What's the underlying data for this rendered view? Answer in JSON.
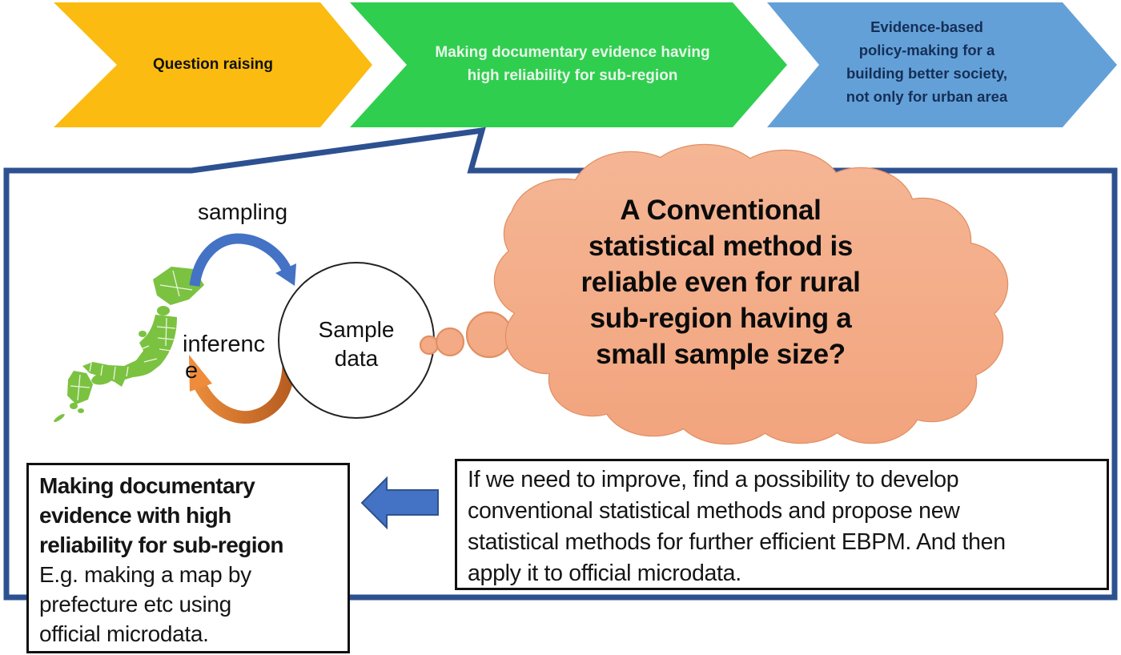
{
  "process_chevrons": [
    {
      "id": "question",
      "label": "Question raising",
      "color": "#FBBB10",
      "text_color": "#111111"
    },
    {
      "id": "evidence",
      "lines": [
        "Making documentary evidence having",
        "high reliability for sub-region"
      ],
      "color": "#2FCE4F",
      "text_color": "#E8F6E9"
    },
    {
      "id": "policy",
      "lines": [
        "Evidence-based",
        "policy-making for a",
        "building better society,",
        "not only for urban area"
      ],
      "color": "#64A0D8",
      "text_color": "#142F56"
    }
  ],
  "detail_panel": {
    "sampling_label": "sampling",
    "inference_label_lines": [
      "inferenc",
      "e"
    ],
    "sample_circle_lines": [
      "Sample",
      "data"
    ],
    "thought_cloud_lines": [
      "A Conventional",
      "statistical method is",
      "reliable even for rural",
      "sub-region having a",
      "small sample size?"
    ],
    "left_box": {
      "bold_lines": [
        "Making documentary",
        "evidence with high",
        "reliability for sub-region"
      ],
      "regular_lines": [
        "E.g. making a map by",
        "prefecture etc using",
        "official microdata."
      ]
    },
    "right_box": {
      "lines": [
        "If we need to improve, find a possibility to develop",
        "conventional statistical methods and propose new",
        "statistical methods for further efficient EBPM. And then",
        "apply it to official microdata."
      ]
    }
  },
  "colors": {
    "callout_border_blue": "#2D5190",
    "arrow_blue": "#4472C4",
    "arrow_blue_outline": "#2F528F",
    "cloud_fill": "#F4AF8D",
    "cloud_outline": "#E18F63",
    "map_green": "#7BC241",
    "chevron_orange": "#FBBB10",
    "chevron_green": "#2FCE4F",
    "chevron_blue": "#64A0D8",
    "inference_orange": "#EE8C3C"
  }
}
